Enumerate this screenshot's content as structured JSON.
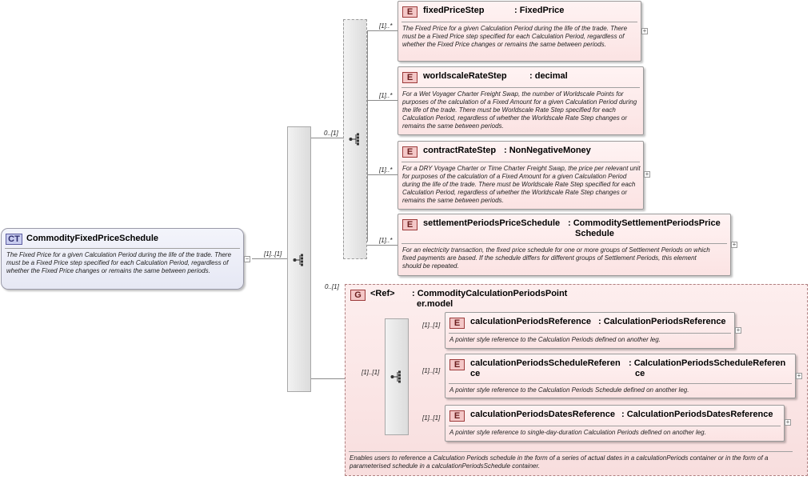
{
  "root": {
    "badge": "CT",
    "name": "CommodityFixedPriceSchedule",
    "desc": "The Fixed Price for a given Calculation Period during the life of the trade. There must be a Fixed Price step specified for each Calculation Period, regardless of whether the Fixed Price changes or remains the same between periods."
  },
  "cardinalities": {
    "root_seq": "[1]..[1]",
    "choice": "0..[1]",
    "group": "0..[1]",
    "group_seq": "[1]..[1]"
  },
  "choice_elements": [
    {
      "badge": "E",
      "name": "fixedPriceStep",
      "type": ": FixedPrice",
      "card": "[1]..*",
      "desc": "The Fixed Price for a given Calculation Period during the life of the trade. There must be a Fixed Price step specified for each Calculation Period, regardless of whether the Fixed Price changes or remains the same between periods."
    },
    {
      "badge": "E",
      "name": "worldscaleRateStep",
      "type": ": decimal",
      "card": "[1]..*",
      "desc": "For a Wet Voyager Charter Freight Swap, the number of Worldscale Points for purposes of the calculation of a Fixed Amount for a given Calculation Period during the life of the trade. There must be Worldscale Rate Step specified for each Calculation Period, regardless of whether the Worldscale Rate Step changes or remains the same between periods."
    },
    {
      "badge": "E",
      "name": "contractRateStep",
      "type": ": NonNegativeMoney",
      "card": "[1]..*",
      "desc": "For a DRY Voyage Charter or Time Charter Freight Swap, the price per relevant unit for purposes of the calculation of a Fixed Amount for a given Calculation Period during the life of the trade. There must be Worldscale Rate Step specified for each Calculation Period, regardless of whether the Worldscale Rate Step changes or remains the same between periods."
    },
    {
      "badge": "E",
      "name": "settlementPeriodsPriceSchedule",
      "type_line1": ": CommoditySettlementPeriodsPrice",
      "type_line2": "Schedule",
      "card": "[1]..*",
      "desc": "For an electricity transaction, the fixed price schedule for one or more groups of Settlement Periods on which fixed payments are based. If the schedule differs for different groups of Settlement Periods, this element should be repeated."
    }
  ],
  "group": {
    "badge": "G",
    "ref": "<Ref>",
    "type_line1": ": CommodityCalculationPeriodsPoint",
    "type_line2": "er.model",
    "desc": "Enables users to reference a Calculation Periods schedule in the form of a series of actual dates in a calculationPeriods container or in the form of a parameterised schedule in a calculationPeriodsSchedule container.",
    "elements": [
      {
        "badge": "E",
        "name": "calculationPeriodsReference",
        "type": ": CalculationPeriodsReference",
        "card": "[1]..[1]",
        "desc": "A pointer style reference to the Calculation Periods defined on another leg."
      },
      {
        "badge": "E",
        "name_line1": "calculationPeriodsScheduleReferen",
        "name_line2": "ce",
        "type_line1": ": CalculationPeriodsScheduleReferen",
        "type_line2": "ce",
        "card": "[1]..[1]",
        "desc": "A pointer style reference to the Calculation Periods Schedule defined on another leg."
      },
      {
        "badge": "E",
        "name": "calculationPeriodsDatesReference",
        "type": ": CalculationPeriodsDatesReference",
        "card": "[1]..[1]",
        "desc": "A pointer style reference to single-day-duration Calculation Periods defined on another leg."
      }
    ]
  },
  "icons": {
    "sequence": "sequence-icon",
    "expand": "expand-plus-icon",
    "collapse": "collapse-minus-icon"
  },
  "colors": {
    "element_fill": "#fbe3e3",
    "badge_fill": "#f4c7c7",
    "ct_fill": "#e6e8f4",
    "connector": "#8a8a8a"
  }
}
